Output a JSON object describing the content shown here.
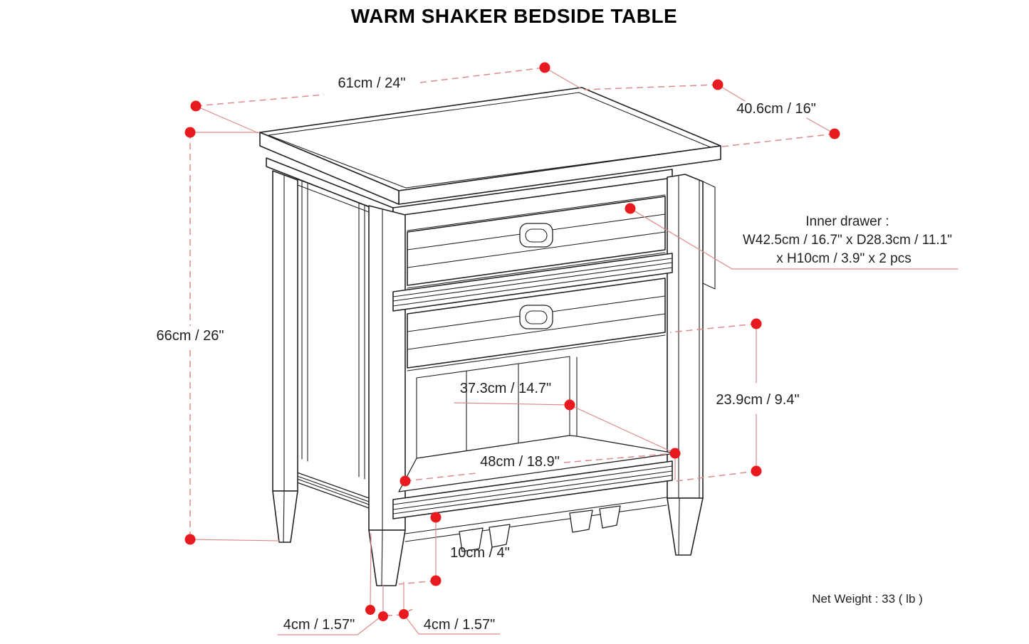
{
  "title": "WARM SHAKER BEDSIDE TABLE",
  "labels": {
    "top_width": "61cm / 24\"",
    "top_depth": "40.6cm / 16\"",
    "overall_height": "66cm / 26\"",
    "inner_drawer": {
      "line1": "Inner drawer :",
      "line2": "W42.5cm / 16.7\" x D28.3cm / 11.1\"",
      "line3": "x H10cm / 3.9\" x 2 pcs"
    },
    "shelf_interior_width": "37.3cm / 14.7\"",
    "shelf_interior_height": "23.9cm / 9.4\"",
    "shelf_width": "48cm / 18.9\"",
    "bottom_clearance": "10cm / 4\"",
    "foot_width_side": "4cm / 1.57\"",
    "foot_width_front": "4cm / 1.57\"",
    "net_weight": "Net Weight : 33 ( lb )"
  },
  "colors": {
    "dot": "#e8191f",
    "dim_line": "#dd8a8a",
    "line_art": "#222222",
    "text": "#1f1f1f",
    "background": "#ffffff"
  }
}
